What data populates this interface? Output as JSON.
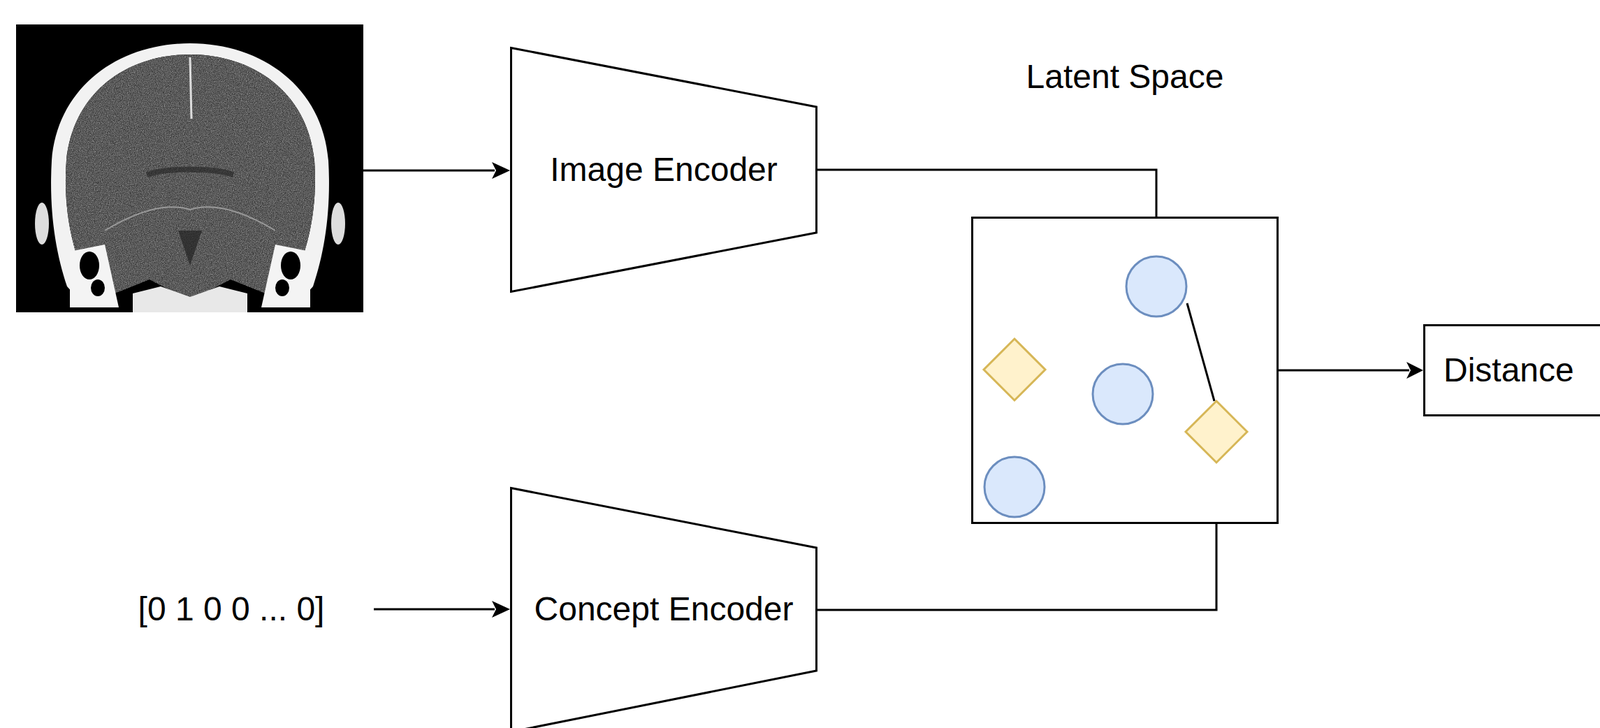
{
  "diagram": {
    "nodes": [
      {
        "text": [
          "Image Encoder"
        ]
      },
      {
        "text": [
          "Latent Space"
        ]
      },
      {
        "text": [
          "Concept Encoder"
        ]
      },
      {
        "text": [
          "Distance"
        ]
      }
    ],
    "edges": [
      {
        "from": 0,
        "to": 1,
        "arrow": "to"
      },
      {
        "from": 2,
        "to": 1,
        "arrow": "to"
      },
      {
        "from": 1,
        "to": 3,
        "arrow": "to"
      }
    ],
    "labels": [
      "[0 1 0 0 ... 0]"
    ]
  }
}
